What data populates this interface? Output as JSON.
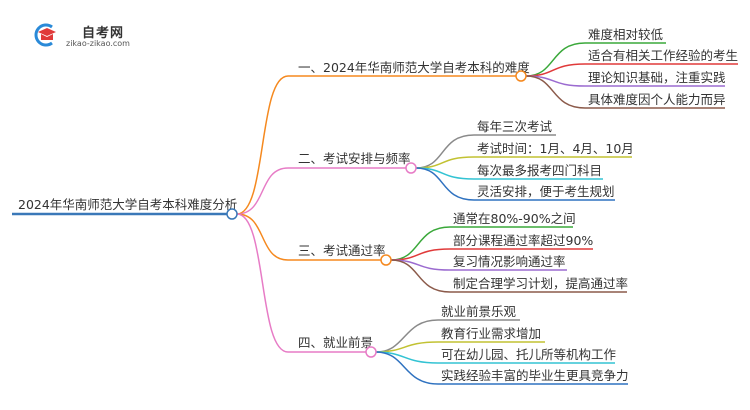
{
  "logo": {
    "title": "自考网",
    "url": "zikao-zikao.com"
  },
  "colors": {
    "root": "#3a78b8",
    "orange": "#f5891f",
    "pink": "#e77cc6",
    "leafA": [
      "#3aa83a",
      "#e03a3a",
      "#9b6bd0",
      "#8b5a4a"
    ],
    "leafB": [
      "#8a8a8a",
      "#c2c232",
      "#33c3d3",
      "#2f72c0"
    ]
  },
  "root": {
    "label": "2024年华南师范大学自考本科难度分析"
  },
  "branches": [
    {
      "label": "一、2024年华南师范大学自考本科的难度",
      "leaves": [
        "难度相对较低",
        "适合有相关工作经验的考生",
        "理论知识基础，注重实践",
        "具体难度因个人能力而异"
      ]
    },
    {
      "label": "二、考试安排与频率",
      "leaves": [
        "每年三次考试",
        "考试时间：1月、4月、10月",
        "每次最多报考四门科目",
        "灵活安排，便于考生规划"
      ]
    },
    {
      "label": "三、考试通过率",
      "leaves": [
        "通常在80%-90%之间",
        "部分课程通过率超过90%",
        "复习情况影响通过率",
        "制定合理学习计划，提高通过率"
      ]
    },
    {
      "label": "四、就业前景",
      "leaves": [
        "就业前景乐观",
        "教育行业需求增加",
        "可在幼儿园、托儿所等机构工作",
        "实践经验丰富的毕业生更具竞争力"
      ]
    }
  ]
}
